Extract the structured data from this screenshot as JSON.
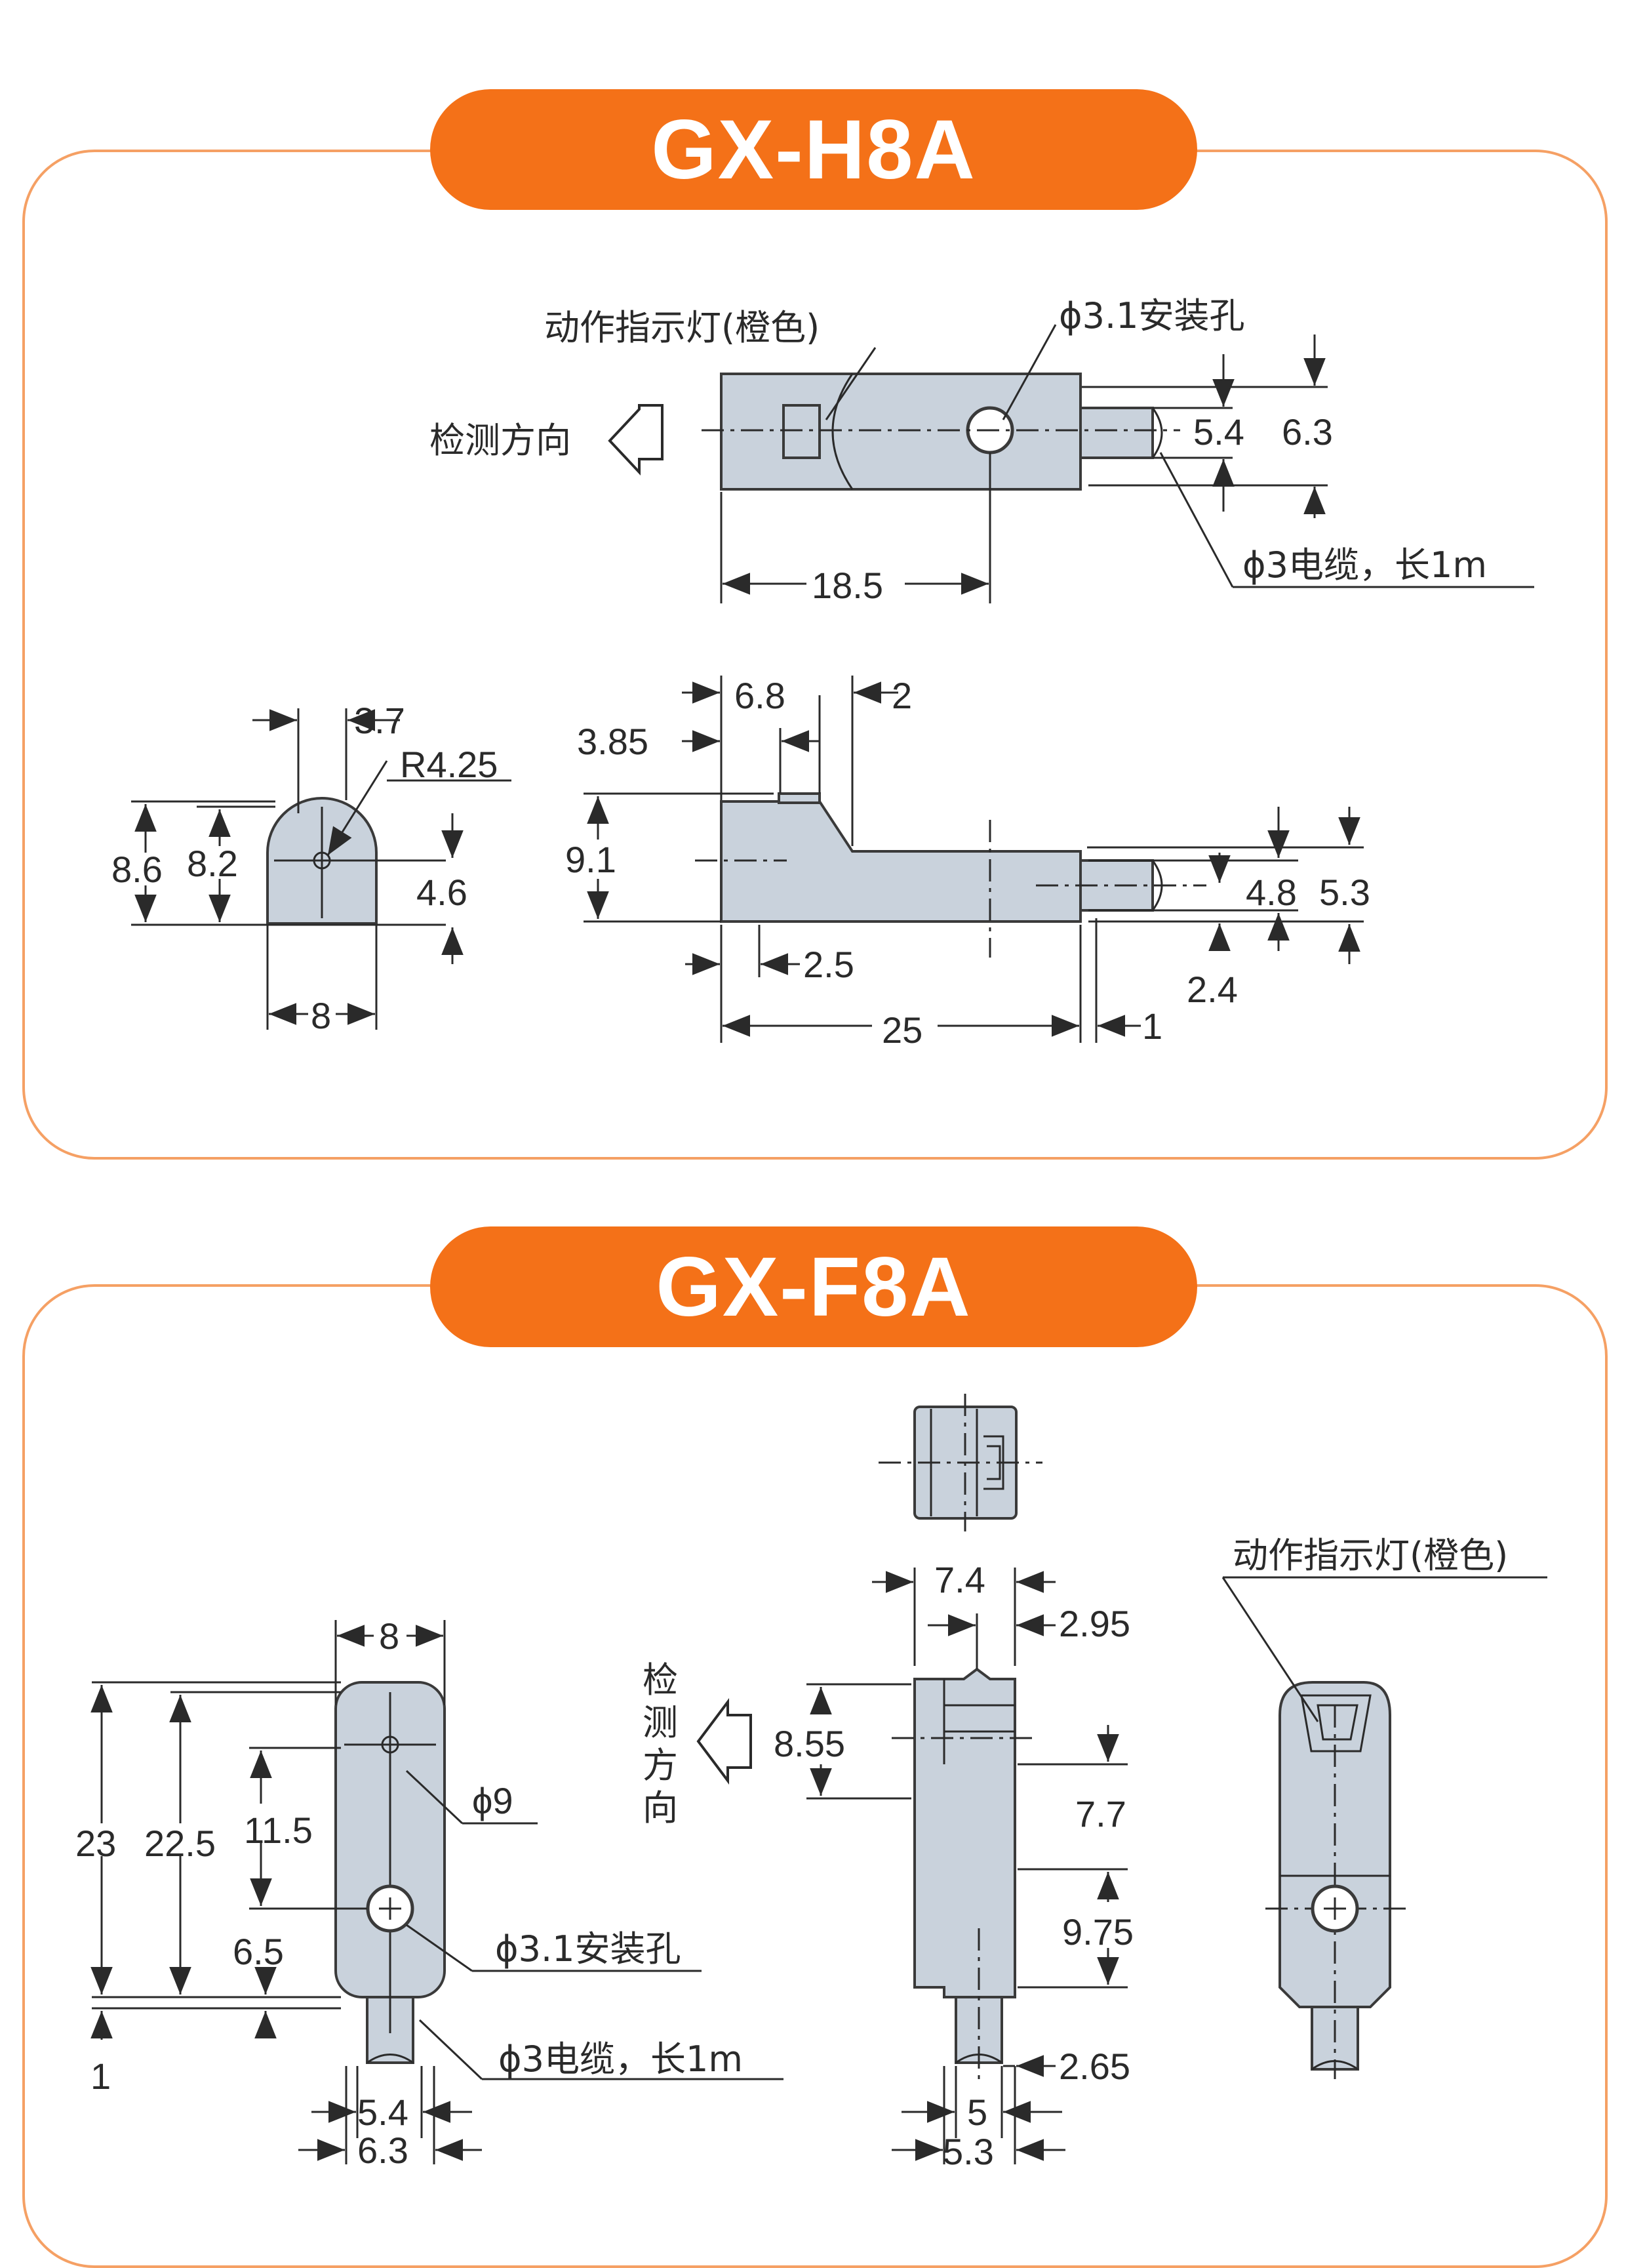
{
  "colors": {
    "accent": "#f47118",
    "panel_border": "#f5a064",
    "part_fill": "#c9d2dc"
  },
  "h8a": {
    "title": "GX-H8A",
    "indicator_label": "动作指示灯(橙色)",
    "hole_label": "ϕ3.1安装孔",
    "direction_label": "检测方向",
    "cable_label": "ϕ3电缆，长1m",
    "dims": {
      "len_18_5": "18.5",
      "d_5_4": "5.4",
      "d_6_3": "6.3",
      "d_3_7": "3.7",
      "r_4_25": "R4.25",
      "d_8_6": "8.6",
      "d_8_2": "8.2",
      "d_4_6": "4.6",
      "d_8": "8",
      "d_6_8": "6.8",
      "d_2": "2",
      "d_3_85": "3.85",
      "d_9_1": "9.1",
      "d_2_5": "2.5",
      "d_4_8": "4.8",
      "d_5_3": "5.3",
      "d_2_4": "2.4",
      "d_25": "25",
      "d_1": "1"
    }
  },
  "f8a": {
    "title": "GX-F8A",
    "indicator_label": "动作指示灯(橙色)",
    "hole_label": "ϕ3.1安装孔",
    "direction_label": [
      "检",
      "测",
      "方",
      "向"
    ],
    "cable_label": "ϕ3电缆，长1m",
    "dims": {
      "d_8": "8",
      "d_23": "23",
      "d_22_5": "22.5",
      "d_11_5": "11.5",
      "d_phi9": "ϕ9",
      "d_6_5": "6.5",
      "d_1": "1",
      "d_5_4": "5.4",
      "d_6_3": "6.3",
      "d_7_4": "7.4",
      "d_2_95": "2.95",
      "d_8_55": "8.55",
      "d_7_7": "7.7",
      "d_9_75": "9.75",
      "d_2_65": "2.65",
      "d_5": "5",
      "d_5_3": "5.3"
    }
  }
}
